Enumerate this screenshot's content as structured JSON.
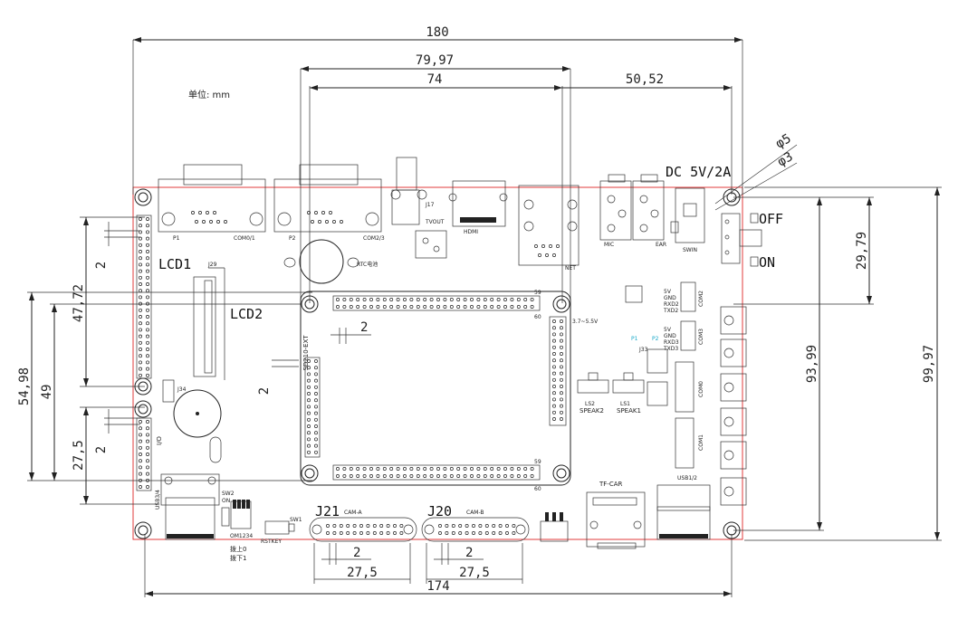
{
  "unit_note": "单位: mm",
  "dimensions": {
    "board_width": "180",
    "core_width": "79,97",
    "core_inner": "74",
    "right_offset": "50,52",
    "bottom_width": "174",
    "right_top": "29,79",
    "right_mid": "93,99",
    "right_full": "99,97",
    "left_lcd": "47,72",
    "left_outer": "54,98",
    "left_inner": "49",
    "left_io": "27,5",
    "pitch": "2",
    "cam_width": "27,5",
    "hole_big": "φ5",
    "hole_small": "φ3"
  },
  "labels": {
    "dc": "DC 5V/2A",
    "off": "OFF",
    "on": "ON",
    "lcd1": "LCD1",
    "lcd2": "LCD2",
    "j21": "J21",
    "j20": "J20",
    "cam_a": "CAM-A",
    "cam_b": "CAM-B",
    "com0_1": "COM0/1",
    "com2_3": "COM2/3",
    "p1": "P1",
    "p2": "P2",
    "tvout": "TVOUT",
    "hdmi": "HDMI",
    "rtc": "RTC电池",
    "net": "NET",
    "mic": "MIC",
    "ear": "EAR",
    "swin": "SWIN",
    "com2": "COM2",
    "com3": "COM3",
    "com0": "COM0",
    "com1": "COM1",
    "speak1": "SPEAK1",
    "speak2": "SPEAK2",
    "ls1": "LS1",
    "ls2": "LS2",
    "sd210": "SD210-EXT",
    "io": "I/O",
    "usb34": "USB3/4",
    "usb12": "USB1/2",
    "tfcar": "TF-CAR",
    "sw2": "SW2",
    "swon": "ON",
    "om1234": "OM1234",
    "boshang": "拨上0",
    "boxia": "拨下1",
    "rstkey": "RSTKEY",
    "sw1": "SW1",
    "j29": "J29",
    "j34": "J34",
    "j17": "J17",
    "j33": "J33",
    "hdr_59": "59",
    "hdr_60": "60",
    "pwr_range": "3.7~5.5V",
    "com2_pins": [
      "5V",
      "GND",
      "RXD2",
      "TXD2"
    ],
    "com3_pins": [
      "5V",
      "GND",
      "RXD3",
      "TXD3"
    ],
    "p_labels": [
      "P1",
      "P2"
    ]
  },
  "colors": {
    "board_edge": "#e23b3b",
    "line": "#222222",
    "accent": "#19a9c9"
  }
}
